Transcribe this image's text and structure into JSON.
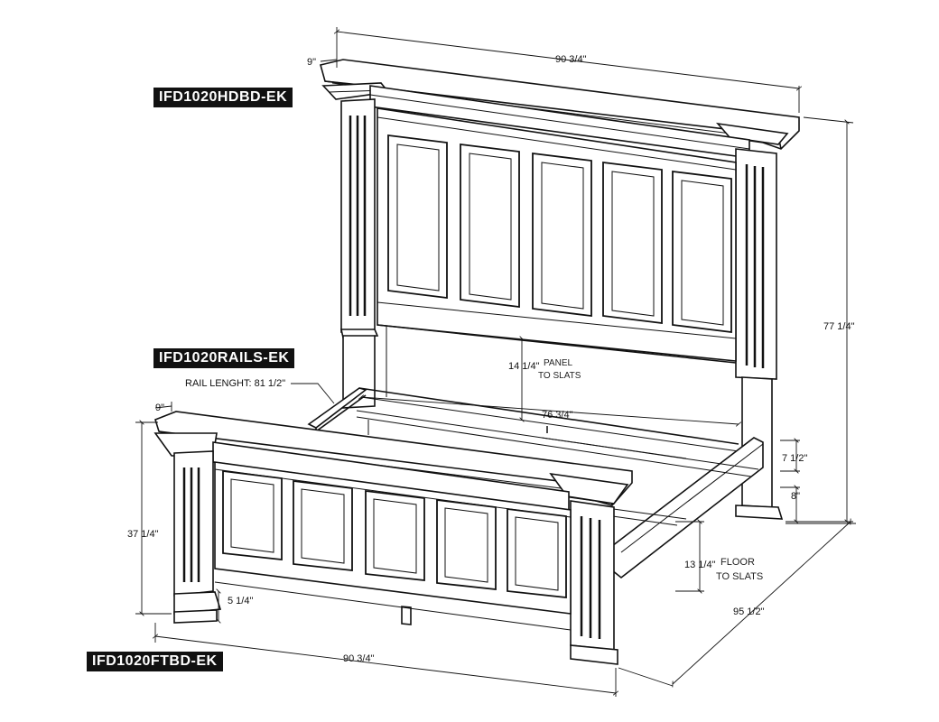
{
  "labels": {
    "headboard": "IFD1020HDBD-EK",
    "rails": "IFD1020RAILS-EK",
    "footboard": "IFD1020FTBD-EK"
  },
  "dimensions": {
    "top_depth": "9\"",
    "top_width": "90 3/4\"",
    "headboard_height": "77 1/4\"",
    "panel_to_slats": "14 1/4\"",
    "panel_to_slats_note_1": "PANEL",
    "panel_to_slats_note_2": "TO SLATS",
    "rail_length": "RAIL LENGHT: 81 1/2\"",
    "inner_width": "76 3/4\"",
    "rail_height": "7 1/2\"",
    "leg_height": "8\"",
    "foot_depth": "9\"",
    "footboard_height": "37 1/4\"",
    "foot_leg": "5 1/4\"",
    "floor_to_slats": "13 1/4\"",
    "floor_note_1": "FLOOR",
    "floor_note_2": "TO SLATS",
    "overall_length": "95 1/2\"",
    "bottom_width": "90 3/4\""
  }
}
